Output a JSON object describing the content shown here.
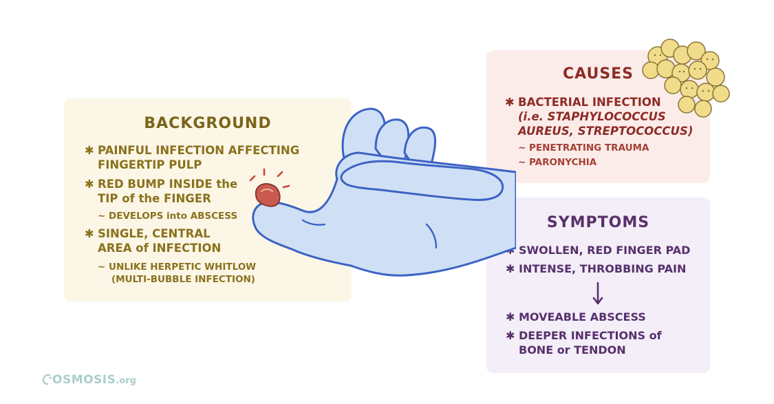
{
  "background": {
    "title": "BACKGROUND",
    "lines": [
      "PAINFUL INFECTION AFFECTING",
      "FINGERTIP PULP",
      "RED BUMP INSIDE the",
      "TIP of the FINGER",
      "~  DEVELOPS into ABSCESS",
      "SINGLE, CENTRAL",
      "AREA of INFECTION",
      "~  UNLIKE HERPETIC WHITLOW",
      "(MULTI-BUBBLE INFECTION)"
    ]
  },
  "causes": {
    "title": "CAUSES",
    "lines": [
      "BACTERIAL INFECTION",
      "(i.e. STAPHYLOCOCCUS",
      "AUREUS, STREPTOCOCCUS)",
      "~  PENETRATING TRAUMA",
      "~  PARONYCHIA"
    ]
  },
  "symptoms": {
    "title": "SYMPTOMS",
    "lines": [
      "SWOLLEN, RED FINGER PAD",
      "INTENSE, THROBBING PAIN",
      "MOVEABLE ABSCESS",
      "DEEPER INFECTIONS of",
      "BONE or TENDON"
    ]
  },
  "bullet_symbol": "✱",
  "logo": {
    "name": "OSMOSIS",
    "suffix": ".org"
  },
  "colors": {
    "background_accent": "#8a711d",
    "causes_accent": "#8d2b25",
    "symptoms_accent": "#57306b",
    "hand_fill": "#cfe0f6",
    "hand_outline": "#3c62c4",
    "bacteria_fill": "#f1dc8c"
  }
}
